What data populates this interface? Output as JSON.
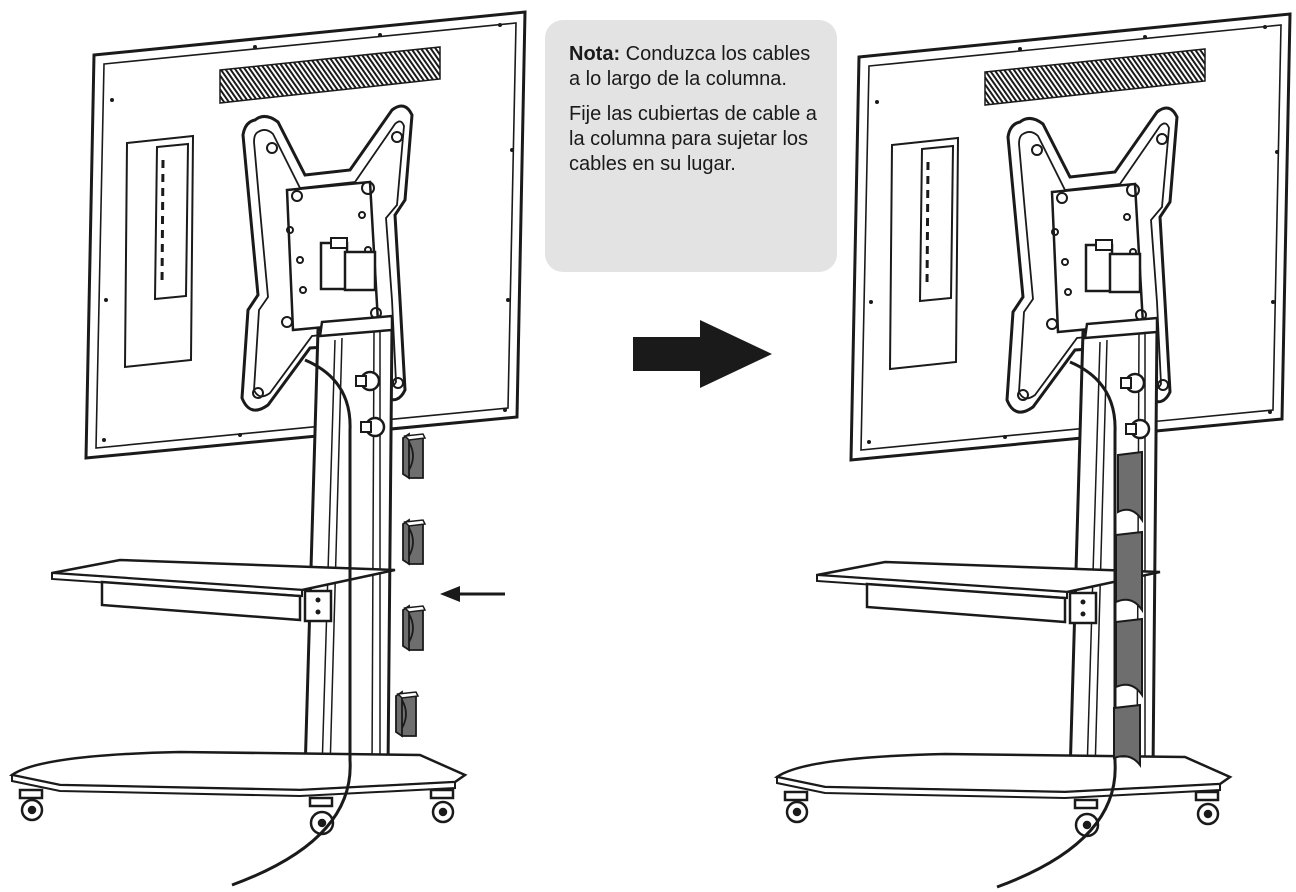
{
  "note": {
    "label": "Nota:",
    "line1": " Conduzca los cables a lo largo de la columna.",
    "line2": "Fije las cubiertas de cable a la columna para sujetar los cables en su lugar."
  },
  "figures": {
    "before": {
      "description_icon": "tv-stand-before-icon",
      "cable_covers_detached": 4
    },
    "after": {
      "description_icon": "tv-stand-after-icon",
      "cable_covers_attached": 4
    }
  },
  "colors": {
    "note_background": "#e3e3e3",
    "line_art": "#1a1a1a",
    "cover_fill": "#6e6e6e"
  }
}
